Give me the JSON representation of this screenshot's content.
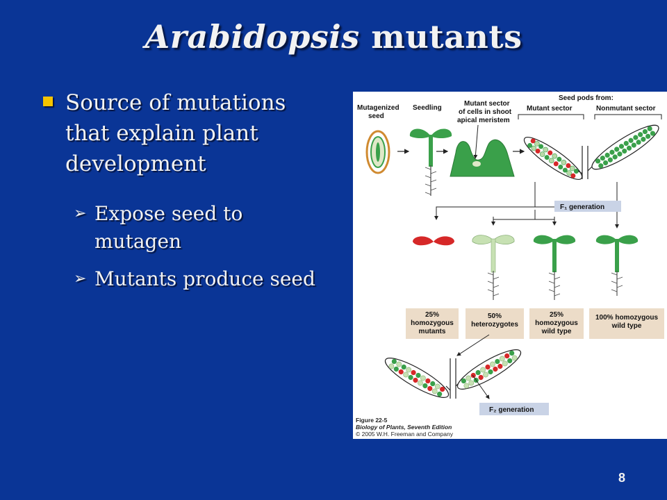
{
  "title": {
    "italic": "Arabidopsis",
    "rest": " mutants"
  },
  "bullets": {
    "main": "Source of mutations that explain plant development",
    "sub1": "Expose seed to mutagen",
    "sub2": "Mutants produce seed"
  },
  "figure": {
    "mutagenized_seed": [
      "Mutagenized",
      "seed"
    ],
    "seedling": "Seedling",
    "mutant_sector": [
      "Mutant sector",
      "of cells in shoot",
      "apical meristem"
    ],
    "seed_pods_from": "Seed pods from:",
    "mutant_sector_label": "Mutant sector",
    "nonmutant_sector_label": "Nonmutant sector",
    "f1_generation": "F₁ generation",
    "box1": [
      "25%",
      "homozygous",
      "mutants"
    ],
    "box2": [
      "50%",
      "heterozygotes"
    ],
    "box3": [
      "25%",
      "homozygous",
      "wild type"
    ],
    "box4": [
      "100% homozygous",
      "wild type"
    ],
    "f2_generation": "F₂ generation",
    "caption": [
      "Figure 22-5",
      "Biology of Plants, Seventh Edition",
      "© 2005 W.H. Freeman and Company"
    ]
  },
  "page_number": "8",
  "colors": {
    "background": "#0a3596",
    "bullet": "#f5c400",
    "label_box_tan": "#ecdcc8",
    "label_box_blue": "#c9d3e6",
    "plant_green": "#3aa04a",
    "mutant_red": "#d62828"
  }
}
